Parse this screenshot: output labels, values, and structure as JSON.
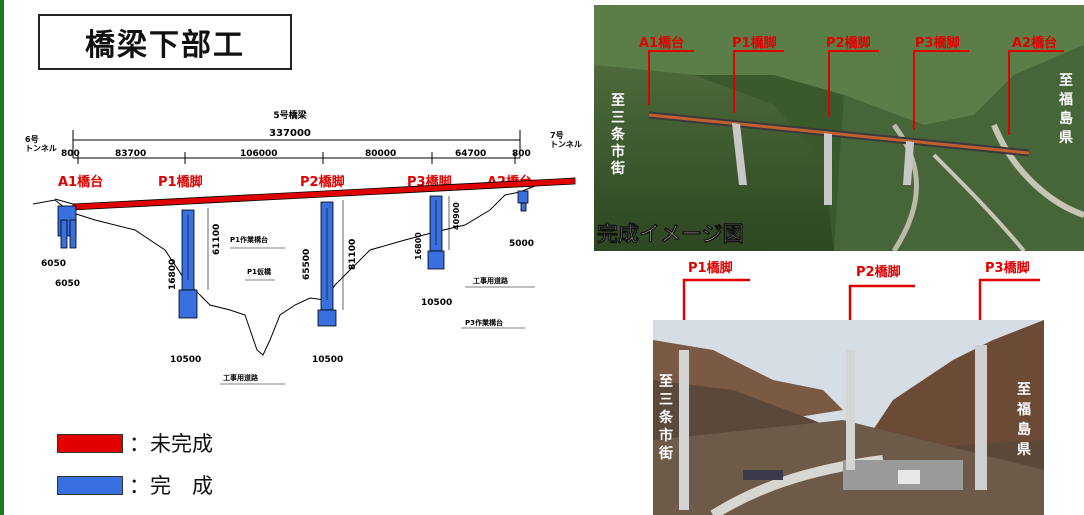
{
  "title": "橋梁下部工",
  "bridge": {
    "name": "5号橋梁",
    "total_length": "337000",
    "tunnel_left": "6号\nトンネル",
    "tunnel_right": "7号\nトンネル",
    "spans": [
      "800",
      "83700",
      "106000",
      "80000",
      "64700",
      "800"
    ],
    "supports": [
      "A1橋台",
      "P1橋脚",
      "P2橋脚",
      "P3橋脚",
      "A2橋台"
    ],
    "dims": {
      "a1_h": "6050",
      "a1_w": "6050",
      "p1_h_total": "16800",
      "p1_h": "61100",
      "p1_w": "10500",
      "p2_h_total": "65500",
      "p2_h": "81100",
      "p2_w": "10500",
      "p3_h_total": "16800",
      "p3_h": "40900",
      "p3_w": "10500",
      "a2_h": "5000"
    },
    "annotations": [
      "P1作業構台",
      "P1仮橋",
      "工事用道路",
      "工事用道路",
      "P3作業構台"
    ]
  },
  "legend": {
    "items": [
      {
        "label": "：未完成",
        "color": "#e00000"
      },
      {
        "label": "：完　成",
        "color": "#3a6fe0"
      }
    ]
  },
  "image_top": {
    "labels": [
      "A1橋台",
      "P1橋脚",
      "P2橋脚",
      "P3橋脚",
      "A2橋台"
    ],
    "caption": "完成イメージ図",
    "left_dir": "至三条市街",
    "right_dir": "至福島県"
  },
  "image_bottom": {
    "labels": [
      "P1橋脚",
      "P2橋脚",
      "P3橋脚"
    ],
    "left_dir": "至三条市街",
    "right_dir": "至福島県"
  },
  "colors": {
    "incomplete": "#e00000",
    "complete": "#3a6fe0",
    "label_red": "#e00000"
  }
}
